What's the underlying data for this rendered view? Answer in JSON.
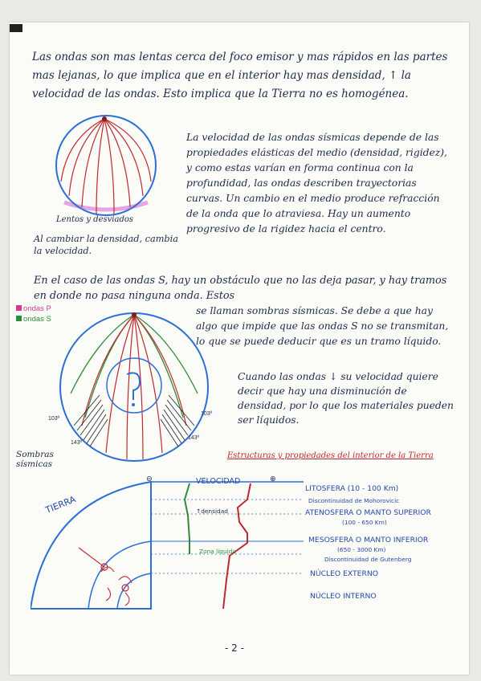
{
  "paragraph1": "Las ondas son mas lentas cerca del foco emisor y mas rápidos en las partes mas lejanas, lo que implica que en el interior hay mas densidad, ↑ la velocidad de las ondas. Esto implica que la Tierra no es homogénea.",
  "paragraph2": "La velocidad de las ondas sísmicas depende de las propiedades elásticas del medio (densidad, rigidez), y como estas varían en forma continua con la profundidad, las ondas describen trayectorias curvas. Un cambio en el medio produce refracción de la onda que lo atraviesa. Hay un aumento progresivo de la rigidez hacia el centro.",
  "caption_lentos": "Lentos y desviados",
  "caption_densidad": "Al cambiar la densidad, cambia la velocidad.",
  "paragraph3": "En el caso de las ondas S, hay un obstáculo que no las deja pasar, y hay tramos en donde no pasa ninguna onda. Estos",
  "paragraph3b": "se llaman sombras sísmicas. Se debe a que hay algo que impide que las ondas S no se transmitan, lo que se puede deducir que es un tramo líquido.",
  "paragraph4": "Cuando las ondas ↓ su velocidad quiere decir que hay una disminución de densidad, por lo que los materiales pueden ser líquidos.",
  "legend": {
    "p": "ondas P",
    "s": "ondas S"
  },
  "sombras_label": "Sombras sísmicas",
  "angles": {
    "a1": "103º",
    "a2": "143º",
    "a3": "103º",
    "a4": "143º"
  },
  "structure": {
    "title": "Estructuras y propiedades del interior de la Tierra",
    "tierra": "TIERRA",
    "velocidad": "VELOCIDAD",
    "minus": "⊖",
    "plus": "⊕",
    "densidad": "↑densidad",
    "zona_liquida": "Zona líquida",
    "layers": [
      "LITOSFERA (10 - 100 Km)",
      "Discontinuidad de Mohorovicic",
      "ATENOSFERA O MANTO SUPERIOR",
      "(100 - 650 Km)",
      "MESOSFERA O MANTO INFERIOR",
      "(650 - 3000 Km)",
      "Discontinuidad de Gutenberg",
      "NÚCLEO EXTERNO",
      "NÚCLEO INTERNO"
    ]
  },
  "page_number": "- 2 -",
  "colors": {
    "ink": "#1b2a4a",
    "red": "#c0282d",
    "green": "#2e8b3a",
    "blue": "#2a6fd6",
    "pink": "#d23a8a"
  }
}
